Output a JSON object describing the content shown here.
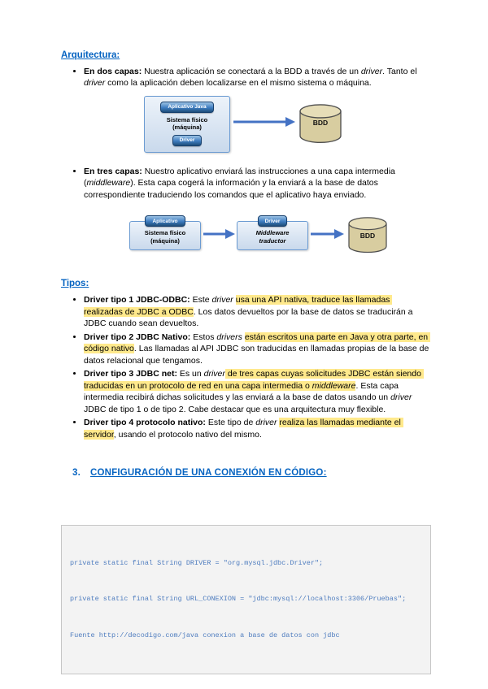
{
  "headings": {
    "arquitectura": "Arquitectura:",
    "tipos": "Tipos:",
    "config_number": "3.",
    "config_title": "CONFIGURACIÓN DE UNA CONEXIÓN EN CÓDIGO:"
  },
  "arquitectura_bullets": [
    {
      "runs": [
        {
          "t": "En dos capas: ",
          "b": true
        },
        {
          "t": "Nuestra aplicación se conectará a la BDD a través de un "
        },
        {
          "t": "driver",
          "i": true
        },
        {
          "t": ". Tanto el "
        },
        {
          "t": "driver",
          "i": true
        },
        {
          "t": " como la aplicación deben localizarse en el mismo sistema o máquina."
        }
      ]
    },
    {
      "runs": [
        {
          "t": "En tres capas: ",
          "b": true
        },
        {
          "t": "Nuestro aplicativo enviará las instrucciones a una capa intermedia ("
        },
        {
          "t": "middleware",
          "i": true
        },
        {
          "t": "). Esta capa cogerá la información y la enviará a la base de datos correspondiente traduciendo los comandos que el aplicativo haya enviado."
        }
      ]
    }
  ],
  "diagram_two_tier": {
    "app_button": "Aplicativo Java",
    "system_line1": "Sistema físico",
    "system_line2": "(máquina)",
    "driver_button": "Driver",
    "database": "BDD"
  },
  "diagram_three_tier": {
    "app_button": "Aplicativo",
    "system_line1": "Sistema físico",
    "system_line2": "(máquina)",
    "middleware_button": "Driver",
    "middleware_line1": "Middleware",
    "middleware_line2": "traductor",
    "database": "BDD"
  },
  "tipos_bullets": [
    {
      "runs": [
        {
          "t": "Driver tipo 1 JDBC-ODBC: ",
          "b": true
        },
        {
          "t": "Este "
        },
        {
          "t": "driver ",
          "i": true
        },
        {
          "t": "usa una API nativa, traduce las llamadas realizadas de JDBC a ODBC",
          "hl": true
        },
        {
          "t": ". Los datos devueltos por la base de datos se traducirán a JDBC cuando sean devueltos."
        }
      ]
    },
    {
      "runs": [
        {
          "t": "Driver tipo 2 JDBC Nativo: ",
          "b": true
        },
        {
          "t": "Estos "
        },
        {
          "t": "drivers ",
          "i": true
        },
        {
          "t": "están escritos una parte en Java y otra parte, en código nativo",
          "hl": true
        },
        {
          "t": ". Las llamadas al API JDBC son traducidas en llamadas propias de la base de datos relacional que tengamos."
        }
      ]
    },
    {
      "runs": [
        {
          "t": "Driver tipo 3 JDBC net: ",
          "b": true
        },
        {
          "t": "Es un "
        },
        {
          "t": "driver",
          "i": true
        },
        {
          "t": " de tres capas cuyas solicitudes JDBC están siendo traducidas en un protocolo de red en una capa intermedia o ",
          "hl": true
        },
        {
          "t": "middleware",
          "i": true,
          "hl": true
        },
        {
          "t": ". Esta capa intermedia recibirá dichas solicitudes y las enviará a la base de datos usando un "
        },
        {
          "t": "driver",
          "i": true
        },
        {
          "t": " JDBC de tipo 1 o de tipo 2. Cabe destacar que es una arquitectura muy flexible."
        }
      ]
    },
    {
      "runs": [
        {
          "t": "Driver tipo 4 protocolo nativo: ",
          "b": true
        },
        {
          "t": "Este tipo de "
        },
        {
          "t": "driver ",
          "i": true
        },
        {
          "t": "realiza las llamadas mediante el servidor",
          "hl": true
        },
        {
          "t": ", usando el protocolo nativo del mismo."
        }
      ]
    }
  ],
  "code_block": {
    "lines": [
      "private static final String DRIVER = \"org.mysql.jdbc.Driver\";",
      "private static final String URL_CONEXION = \"jdbc:mysql://localhost:3306/Pruebas\";",
      "Fuente http://decodigo.com/java conexion a base de datos con jdbc"
    ]
  },
  "colors": {
    "heading_blue": "#0563C1",
    "highlight_yellow": "#FFE98C",
    "code_text_blue": "#4F7DBF",
    "button_blue": "#3D7CC0",
    "cylinder_tan": "#D8CDA0",
    "arrow_blue": "#4472C4"
  }
}
